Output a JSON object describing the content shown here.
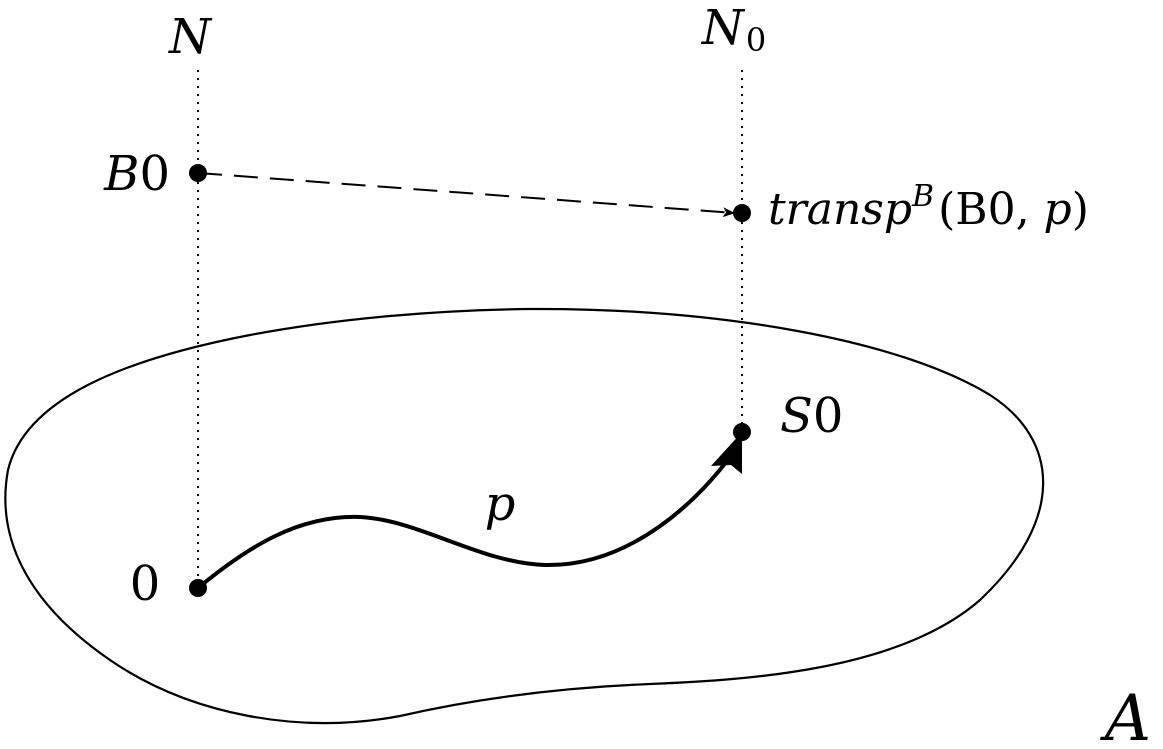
{
  "labels": {
    "fiber_left": "N",
    "fiber_right_base": "N",
    "fiber_right_sub": "0",
    "point_b0": "B0",
    "transport_name": "transp",
    "transport_sup": "B",
    "transport_args_open": "(B0, ",
    "transport_args_p": "p",
    "transport_args_close": ")",
    "point_s0": "S0",
    "path_p": "p",
    "origin": "0",
    "space_a": "A"
  },
  "colors": {
    "ink": "#000000",
    "background": "#ffffff"
  }
}
